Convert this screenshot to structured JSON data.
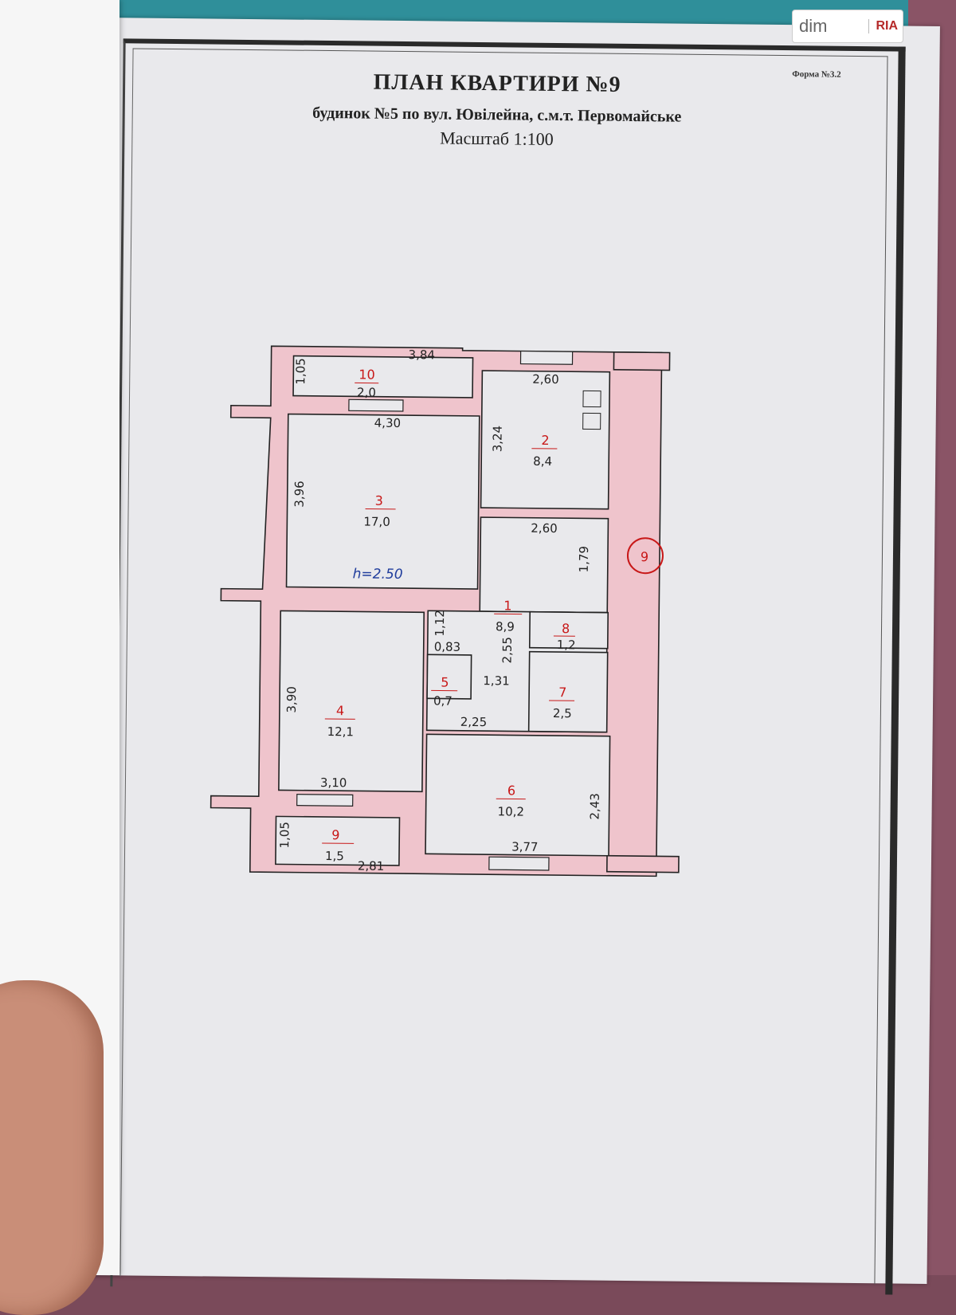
{
  "watermark": {
    "dim": "dim",
    "ria": "RIA"
  },
  "document": {
    "form_label": "Форма №3.2",
    "title": "ПЛАН КВАРТИРИ №9",
    "subtitle": "будинок №5 по вул. Ювілейна, с.м.т. Первомайське",
    "scale": "Масштаб 1:100"
  },
  "plan": {
    "apartment_mark": "9",
    "ceiling_height": "h=2.50",
    "rooms": [
      {
        "no": "1",
        "area": "8,9"
      },
      {
        "no": "2",
        "area": "8,4"
      },
      {
        "no": "3",
        "area": "17,0"
      },
      {
        "no": "4",
        "area": "12,1"
      },
      {
        "no": "5",
        "area": "0,7"
      },
      {
        "no": "6",
        "area": "10,2"
      },
      {
        "no": "7",
        "area": "2,5"
      },
      {
        "no": "8",
        "area": "1,2"
      },
      {
        "no": "9",
        "area": "1,5"
      },
      {
        "no": "10",
        "area": "2,0"
      }
    ],
    "dimensions": {
      "d384": "3,84",
      "d105a": "1,05",
      "d260a": "2,60",
      "d430": "4,30",
      "d324": "3,24",
      "d396": "3,96",
      "d260b": "2,60",
      "d179": "1,79",
      "d112": "1,12",
      "d083": "0,83",
      "d255": "2,55",
      "d131": "1,31",
      "d390": "3,90",
      "d225": "2,25",
      "d310": "3,10",
      "d243": "2,43",
      "d377": "3,77",
      "d105b": "1,05",
      "d281": "2,81"
    }
  }
}
